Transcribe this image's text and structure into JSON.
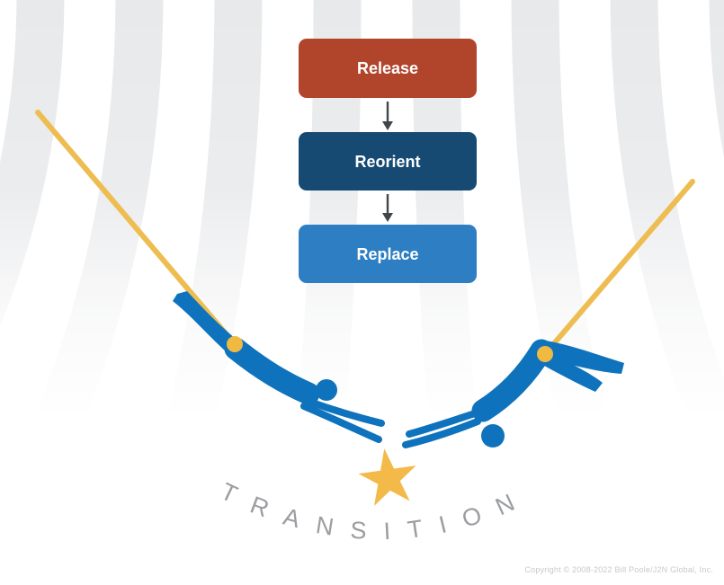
{
  "flow": {
    "steps": [
      {
        "label": "Release",
        "color": "#b1452b"
      },
      {
        "label": "Reorient",
        "color": "#164a73"
      },
      {
        "label": "Replace",
        "color": "#2d7ec2"
      }
    ],
    "arrow_color": "#424648"
  },
  "illustration": {
    "transition_label": "TRANSITION",
    "transition_label_color": "#9b9da0",
    "figure_color": "#0e73bc",
    "rope_color": "#eebd52",
    "grip_dot_color": "#f0b941",
    "star_color": "#f3ba4a",
    "stripe_color": "#e8e9eb"
  },
  "footer": {
    "copyright": "Copyright © 2008-2022 Bill Poole/J2N Global, Inc."
  }
}
